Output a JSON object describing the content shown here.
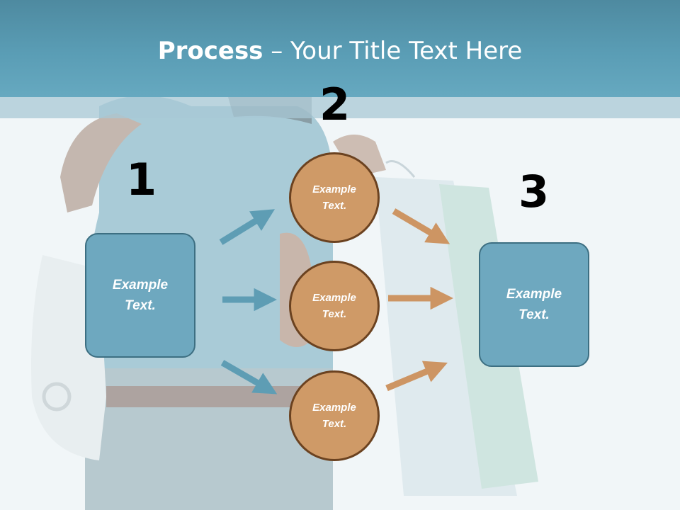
{
  "slide": {
    "title_bold": "Process",
    "title_rest": " – Your Title Text Here"
  },
  "steps": [
    {
      "number": "1",
      "text": "Example\nText."
    },
    {
      "number": "2",
      "items": [
        "Example\nText.",
        "Example\nText.",
        "Example\nText."
      ]
    },
    {
      "number": "3",
      "text": "Example\nText."
    }
  ],
  "colors": {
    "header": "#5a9db5",
    "box_fill": "#6ea8bf",
    "circle_fill": "#cf9a67",
    "arrow_blue": "#5e9db4",
    "arrow_orange": "#cd9563"
  }
}
